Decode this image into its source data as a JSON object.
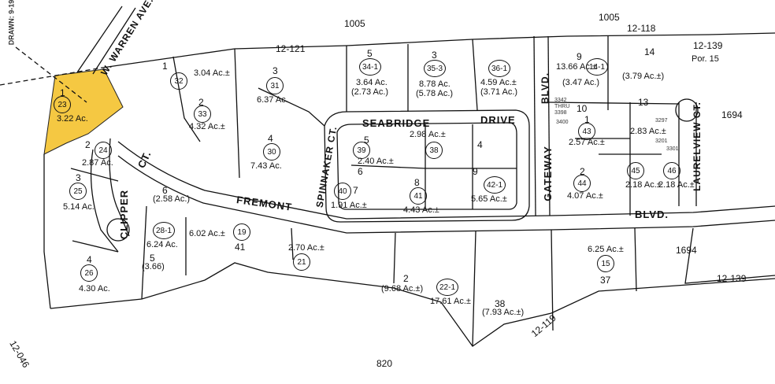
{
  "drawn_label": "DRAWN: 9-19",
  "colors": {
    "highlight": "#f5c842",
    "line": "#111111"
  },
  "streets": {
    "warren": "W. WARREN AVE.",
    "seabridge": "SEABRIDGE",
    "drive": "DRIVE",
    "fremont": "FREMONT",
    "spinnaker": "SPINNAKER CT.",
    "gateway": "GATEWAY",
    "blvd_top": "BLVD.",
    "blvd_right": "BLVD.",
    "laurelview": "LAURELVIEW CT.",
    "clipper": "CLIPPER",
    "ct": "CT."
  },
  "refs": {
    "r1005a": "1005",
    "r1005b": "1005",
    "r12_121": "12-121",
    "r12_118": "12-118",
    "r12_139a": "12-139",
    "r12_139b": "12-139",
    "r1694a": "1694",
    "r1694b": "1694",
    "r12_119": "12-119",
    "r12_046": "12-046",
    "r820": "820",
    "por15": "Por. 15",
    "thru3398": "THRU",
    "n3342": "3342",
    "n3398": "3398",
    "n3400": "3400",
    "n3201": "3201",
    "n3301": "3301",
    "n3297": "3297"
  },
  "parcels": {
    "p23": "23",
    "p23n": "1",
    "p23a": "3.22 Ac.",
    "p24": "24",
    "p24n": "2",
    "p24a": "2.87 Ac.",
    "p25": "25",
    "p25n": "3",
    "p25a": "5.14 Ac.",
    "p26": "26",
    "p26n": "4",
    "p26a": "4.30 Ac.",
    "p32": "32",
    "p32n": "1",
    "p31": "31",
    "p31n": "3",
    "p31a": "6.37 Ac.",
    "p33": "33",
    "p33n": "2",
    "p33a": "4.32 Ac.±",
    "p30": "30",
    "p30n": "4",
    "p30a": "7.43 Ac.",
    "p3041": "3.04 Ac.±",
    "p34": "34-1",
    "p34n": "5",
    "p34a": "3.64 Ac.",
    "p34b": "(2.73 Ac.)",
    "p35": "35-3",
    "p35n": "3",
    "p35a": "8.78 Ac.",
    "p35b": "(5.78 Ac.)",
    "p36": "36-1",
    "p36a": "4.59 Ac.±",
    "p36b": "(3.71 Ac.)",
    "p39": "39",
    "p39n": "5",
    "p39a": "2.40 Ac.±",
    "p39b": "6",
    "p38": "38",
    "p38a": "2.98 Ac.±",
    "p38n": "4",
    "p40": "40",
    "p40n": "7",
    "p40a": "1.91 Ac.±",
    "p41": "41",
    "p41n": "8",
    "p41a": "4.43 Ac.±",
    "p42": "42-1",
    "p42n": "9",
    "p42a": "5.65 Ac.±",
    "p14": "14-1",
    "p14n": "9",
    "p14a": "13.66 Ac.±",
    "p14b": "(3.47 Ac.)",
    "p14top": "14",
    "p379": "(3.79 Ac.±)",
    "p13": "13",
    "p10": "10",
    "p43": "43",
    "p43n": "1",
    "p43a": "2.57 Ac.±",
    "p283": "2.83 Ac.±",
    "p44": "44",
    "p44n": "2",
    "p44a": "4.07 Ac.±",
    "p45": "45",
    "p45a": "2.18 Ac.±",
    "p46": "46",
    "p46a": "2.18 Ac.±",
    "p19": "19",
    "p19n": "41",
    "p602": "6.02 Ac.±",
    "p28": "28-1",
    "p28a": "6.24 Ac.",
    "p28n": "5",
    "p28b": "(3.66)",
    "p258": "(2.58 Ac.)",
    "p258n": "6",
    "p21": "21",
    "p21a": "2.70 Ac.±",
    "p22": "22-1",
    "p22a": "17.61 Ac.±",
    "p22n": "2",
    "p22b": "(9.68 Ac.±)",
    "p38b": "38",
    "p38c": "(7.93 Ac.±)",
    "p15": "15",
    "p15n": "37",
    "p15a": "6.25 Ac.±"
  }
}
